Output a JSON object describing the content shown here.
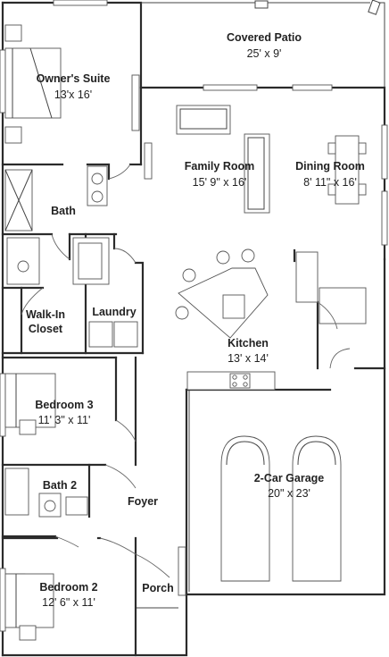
{
  "rooms": {
    "covered_patio": {
      "name": "Covered Patio",
      "size": "25' x 9'"
    },
    "owners_suite": {
      "name": "Owner's Suite",
      "size": "13'x 16'"
    },
    "family_room": {
      "name": "Family Room",
      "size": "15' 9\" x 16'"
    },
    "dining_room": {
      "name": "Dining Room",
      "size": "8' 11\" x 16'"
    },
    "bath": {
      "name": "Bath"
    },
    "walk_in_closet": {
      "line1": "Walk-In",
      "line2": "Closet"
    },
    "laundry": {
      "name": "Laundry"
    },
    "kitchen": {
      "name": "Kitchen",
      "size": "13' x 14'"
    },
    "bedroom_3": {
      "name": "Bedroom 3",
      "size": "11' 3\" x 11'"
    },
    "bath_2": {
      "name": "Bath 2"
    },
    "foyer": {
      "name": "Foyer"
    },
    "garage": {
      "name": "2-Car Garage",
      "size": "20\" x 23'"
    },
    "bedroom_2": {
      "name": "Bedroom 2",
      "size": "12' 6\" x 11'"
    },
    "porch": {
      "name": "Porch"
    }
  },
  "colors": {
    "wall": "#2b2b2b",
    "fixture": "#555555",
    "background": "#ffffff"
  }
}
